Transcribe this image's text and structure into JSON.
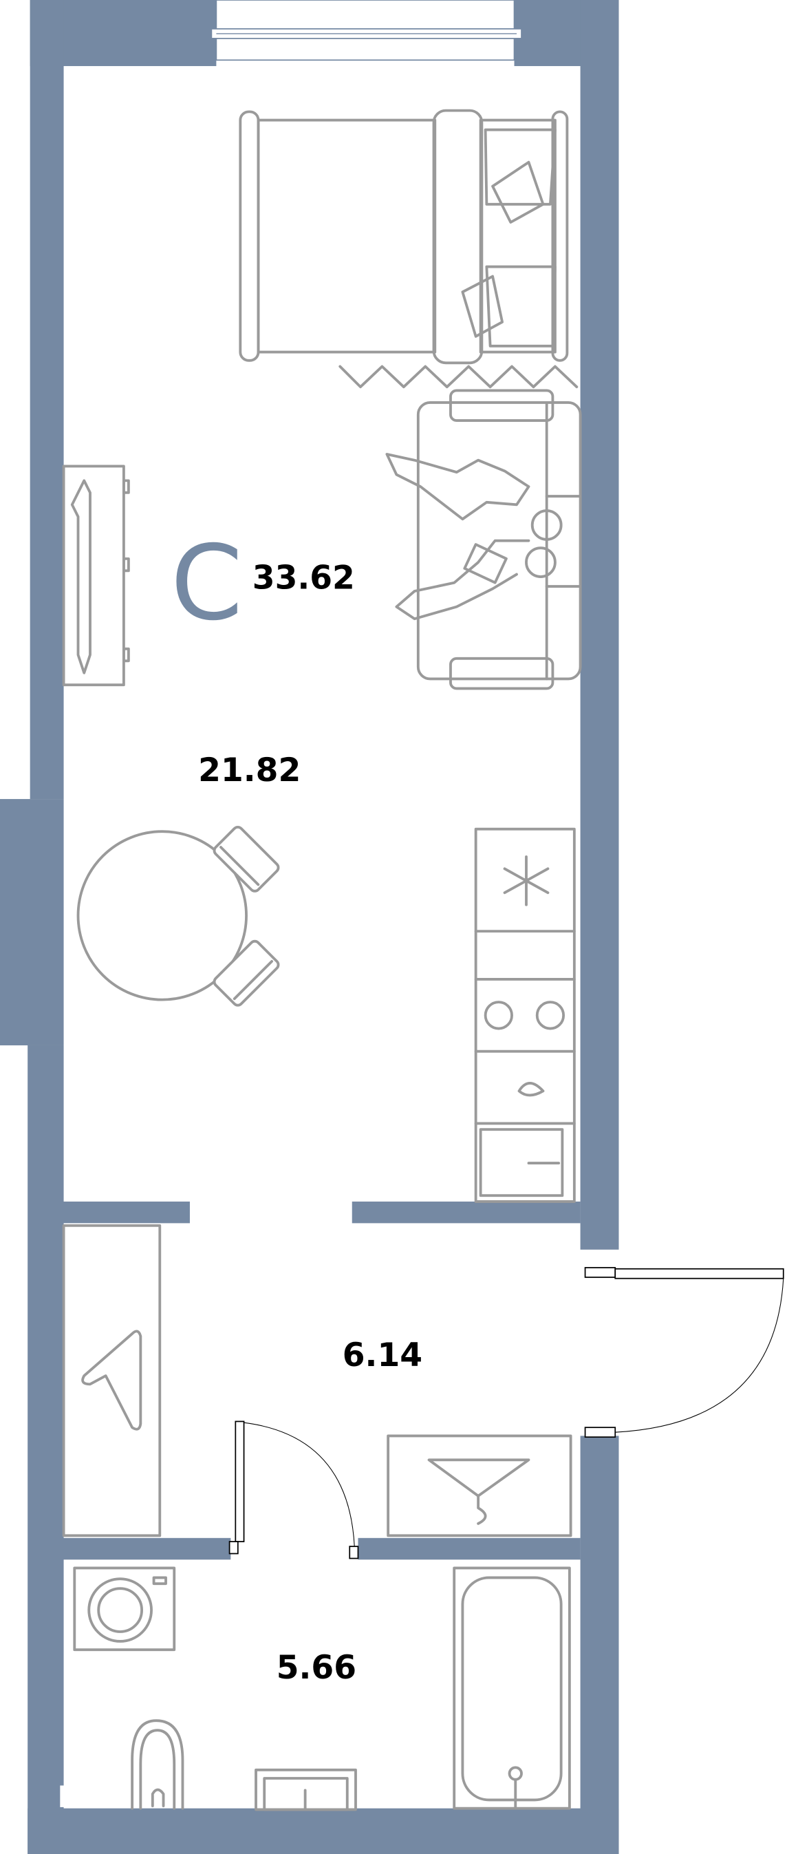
{
  "plan": {
    "class_marker": "C",
    "total_area": "33.62",
    "rooms": [
      {
        "name": "living-kitchen",
        "area": "21.82"
      },
      {
        "name": "hallway",
        "area": "6.14"
      },
      {
        "name": "bathroom",
        "area": "5.66"
      }
    ]
  },
  "colors": {
    "wall": "#7589a3",
    "furniture": "#9a9a9a"
  }
}
